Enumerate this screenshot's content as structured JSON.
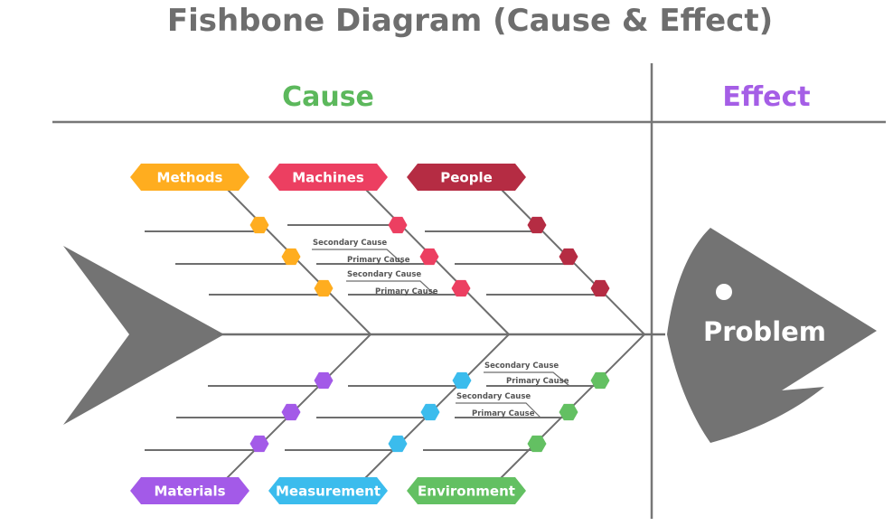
{
  "title": "Fishbone Diagram (Cause & Effect)",
  "headers": {
    "cause": "Cause",
    "effect": "Effect",
    "cause_color": "#5cb85c",
    "effect_color": "#a55ee6"
  },
  "problem": "Problem",
  "categories": [
    {
      "label": "Methods",
      "color": "#ffad1f",
      "position": "top"
    },
    {
      "label": "Machines",
      "color": "#ec3f61",
      "position": "top"
    },
    {
      "label": "People",
      "color": "#b52c43",
      "position": "top"
    },
    {
      "label": "Materials",
      "color": "#a35ae8",
      "position": "bottom"
    },
    {
      "label": "Measurement",
      "color": "#3bbced",
      "position": "bottom"
    },
    {
      "label": "Environment",
      "color": "#63c062",
      "position": "bottom"
    }
  ],
  "annotations": {
    "upper": [
      "Secondary Cause",
      "Primary Cause",
      "Secondary Cause",
      "Primary Cause"
    ],
    "lower": [
      "Secondary Cause",
      "Primary Cause",
      "Secondary Cause",
      "Primary Cause"
    ]
  }
}
